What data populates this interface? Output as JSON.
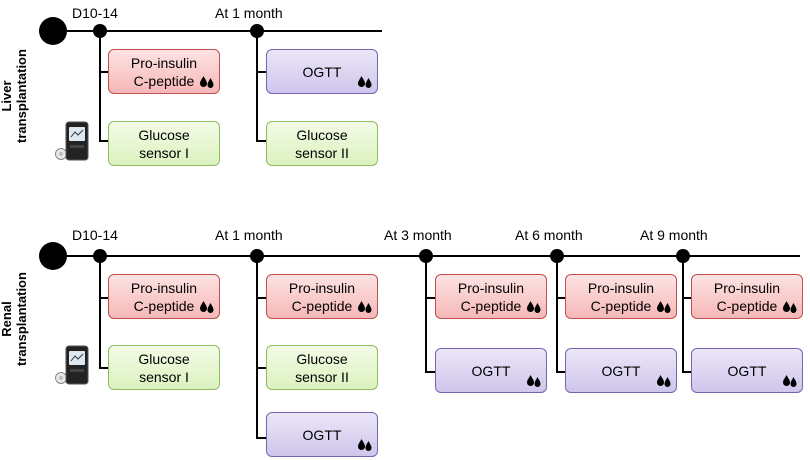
{
  "liver": {
    "side_label": [
      "Liver",
      "transplantation"
    ],
    "timepoints": [
      "D10-14",
      "At 1 month"
    ],
    "boxes": {
      "proinsulin": [
        "Pro-insulin",
        "C-peptide"
      ],
      "sensor1": [
        "Glucose",
        "sensor I"
      ],
      "ogtt": "OGTT",
      "sensor2": [
        "Glucose",
        "sensor II"
      ]
    }
  },
  "renal": {
    "side_label": [
      "Renal",
      "transplantation"
    ],
    "timepoints": [
      "D10-14",
      "At 1 month",
      "At 3 month",
      "At 6 month",
      "At 9 month"
    ],
    "boxes": {
      "proinsulin": [
        "Pro-insulin",
        "C-peptide"
      ],
      "sensor1": [
        "Glucose",
        "sensor I"
      ],
      "sensor2": [
        "Glucose",
        "sensor II"
      ],
      "ogtt": "OGTT"
    }
  },
  "colors": {
    "red_fill": "#f6b8b8",
    "red_border": "#c0504d",
    "green_fill": "#dcf2bf",
    "green_border": "#8cbf5a",
    "purple_fill": "#cfc6ec",
    "purple_border": "#7a62b2"
  },
  "icons": [
    "blood-drops-icon",
    "glucose-sensor-device-icon"
  ]
}
